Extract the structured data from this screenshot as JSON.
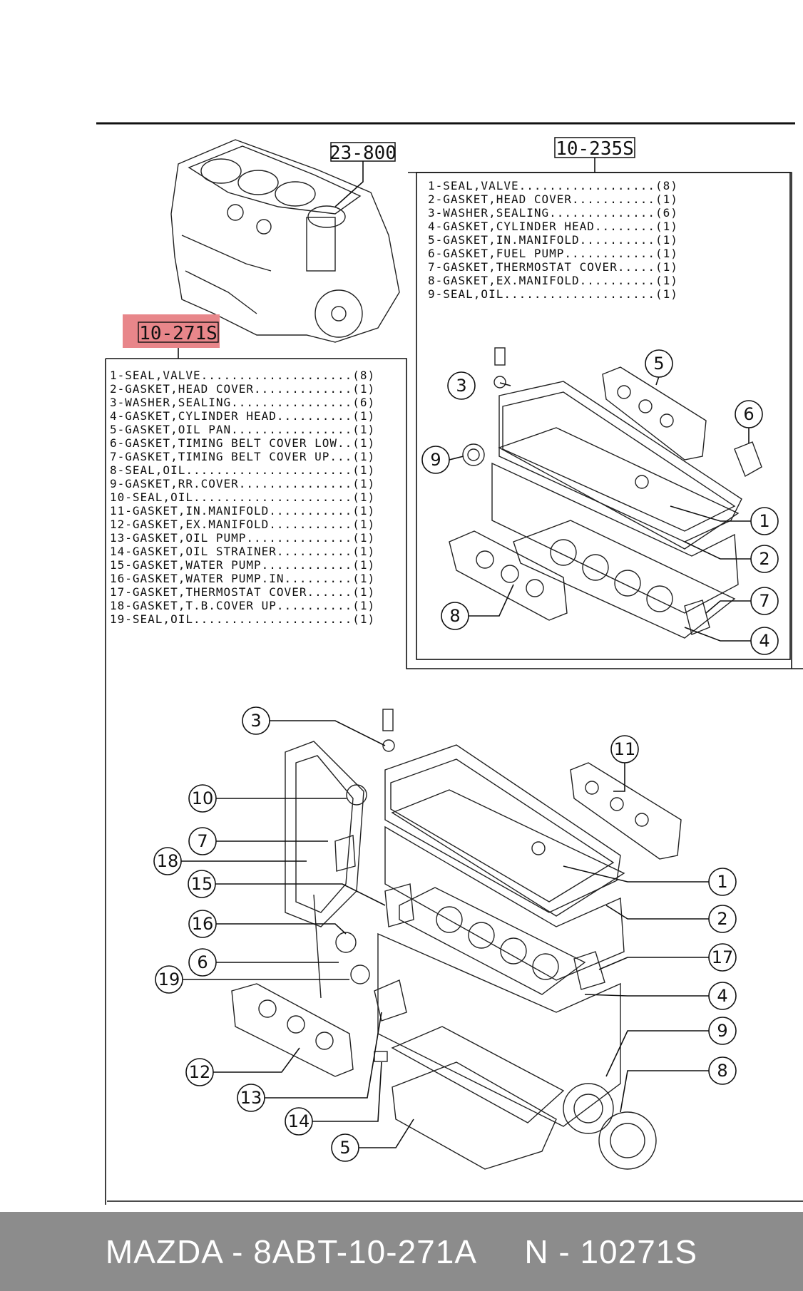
{
  "header_refs": {
    "block_ref": "23-800",
    "upper_kit_ref": "10-235S",
    "main_kit_ref": "10-271S"
  },
  "upper_kit_list": [
    "1-SEAL,VALVE..................(8)",
    "2-GASKET,HEAD COVER...........(1)",
    "3-WASHER,SEALING..............(6)",
    "4-GASKET,CYLINDER HEAD........(1)",
    "5-GASKET,IN.MANIFOLD..........(1)",
    "6-GASKET,FUEL PUMP............(1)",
    "7-GASKET,THERMOSTAT COVER.....(1)",
    "8-GASKET,EX.MANIFOLD..........(1)",
    "9-SEAL,OIL....................(1)"
  ],
  "main_kit_list": [
    "1-SEAL,VALVE....................(8)",
    "2-GASKET,HEAD COVER.............(1)",
    "3-WASHER,SEALING................(6)",
    "4-GASKET,CYLINDER HEAD..........(1)",
    "5-GASKET,OIL PAN................(1)",
    "6-GASKET,TIMING BELT COVER LOW..(1)",
    "7-GASKET,TIMING BELT COVER UP...(1)",
    "8-SEAL,OIL......................(1)",
    "9-GASKET,RR.COVER...............(1)",
    "10-SEAL,OIL.....................(1)",
    "11-GASKET,IN.MANIFOLD...........(1)",
    "12-GASKET,EX.MANIFOLD...........(1)",
    "13-GASKET,OIL PUMP..............(1)",
    "14-GASKET,OIL STRAINER..........(1)",
    "15-GASKET,WATER PUMP............(1)",
    "16-GASKET,WATER PUMP.IN.........(1)",
    "17-GASKET,THERMOSTAT COVER......(1)",
    "18-GASKET,T.B.COVER UP..........(1)",
    "19-SEAL,OIL.....................(1)"
  ],
  "upper_callouts": [
    "5",
    "3",
    "6",
    "9",
    "1",
    "2",
    "7",
    "8",
    "4"
  ],
  "lower_callouts": [
    "3",
    "11",
    "10",
    "7",
    "18",
    "1",
    "15",
    "2",
    "16",
    "17",
    "6",
    "19",
    "4",
    "9",
    "8",
    "12",
    "13",
    "14",
    "5"
  ],
  "highlight_color": "#e8868a",
  "footer": {
    "text": "MAZDA - 8ABT-10-271A     N - 10271S",
    "background": "#8c8c8c"
  }
}
